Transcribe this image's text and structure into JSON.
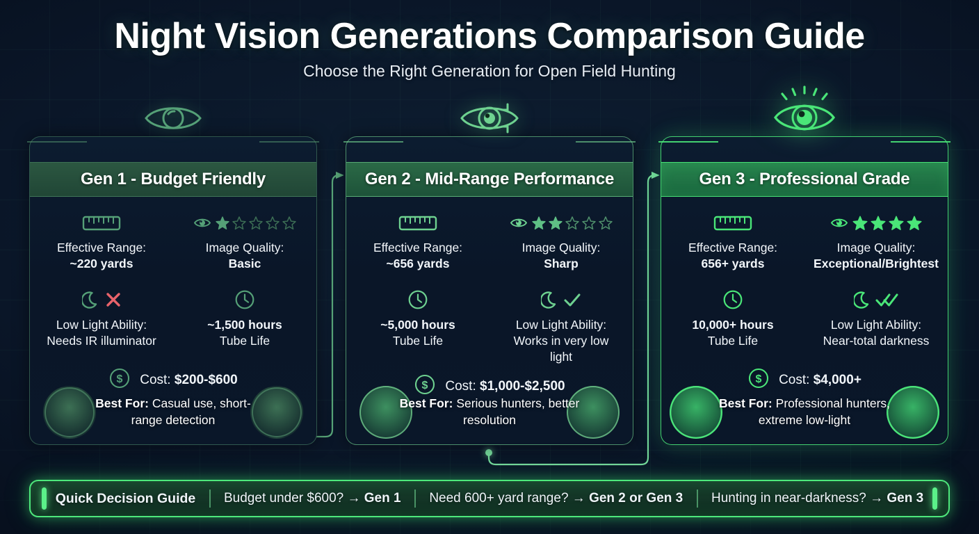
{
  "header": {
    "title": "Night Vision Generations Comparison Guide",
    "subtitle": "Choose the Right Generation for Open Field Hunting"
  },
  "colors": {
    "background": "#0a1628",
    "gen1_accent": "#4e9670",
    "gen2_accent": "#6ecd8c",
    "gen3_accent": "#4ae678",
    "footer_accent": "#5bf089",
    "danger": "#e8636b",
    "text": "#ffffff"
  },
  "cards": [
    {
      "id": "gen1",
      "title": "Gen 1 - Budget Friendly",
      "eye_icon": "eye-outline-icon",
      "specs": [
        {
          "icon": "ruler-icon",
          "label": "Effective Range:",
          "value": "~220 yards",
          "label_first": true
        },
        {
          "icon": "eye-stars-icon",
          "label": "Image Quality:",
          "value": "Basic",
          "label_first": true,
          "stars_filled": 1,
          "stars_total": 5
        },
        {
          "icon": "moon-cross-icon",
          "label": "Low Light Ability:",
          "value": "Needs IR illuminator",
          "label_first": true,
          "value_bold": false
        },
        {
          "icon": "clock-icon",
          "label": "Tube Life",
          "value": "~1,500 hours",
          "label_first": false
        }
      ],
      "cost_label": "Cost:",
      "cost_value": "$200-$600",
      "cost_icon": "dollar-circle-icon",
      "bestfor_label": "Best For:",
      "bestfor_value": "Casual use, short-range detection"
    },
    {
      "id": "gen2",
      "title": "Gen 2 - Mid-Range Performance",
      "eye_icon": "eye-scan-icon",
      "specs": [
        {
          "icon": "ruler-icon",
          "label": "Effective Range:",
          "value": "~656 yards",
          "label_first": true
        },
        {
          "icon": "eye-stars-icon",
          "label": "Image Quality:",
          "value": "Sharp",
          "label_first": true,
          "stars_filled": 2,
          "stars_total": 5
        },
        {
          "icon": "clock-icon",
          "label": "Tube Life",
          "value": "~5,000 hours",
          "label_first": false
        },
        {
          "icon": "moon-check-icon",
          "label": "Low Light Ability:",
          "value": "Works in very low light",
          "label_first": true,
          "value_bold": false
        }
      ],
      "cost_label": "Cost:",
      "cost_value": "$1,000-$2,500",
      "cost_icon": "dollar-circle-icon",
      "bestfor_label": "Best For:",
      "bestfor_value": "Serious hunters, better resolution"
    },
    {
      "id": "gen3",
      "title": "Gen 3 - Professional Grade",
      "eye_icon": "eye-rays-icon",
      "specs": [
        {
          "icon": "ruler-icon",
          "label": "Effective Range:",
          "value": "656+ yards",
          "label_first": true
        },
        {
          "icon": "eye-stars-icon",
          "label": "Image Quality:",
          "value": "Exceptional/Brightest",
          "label_first": true,
          "stars_filled": 4,
          "stars_total": 4
        },
        {
          "icon": "clock-icon",
          "label": "Tube Life",
          "value": "10,000+ hours",
          "label_first": false
        },
        {
          "icon": "moon-double-check-icon",
          "label": "Low Light Ability:",
          "value": "Near-total darkness",
          "label_first": true,
          "value_bold": false
        }
      ],
      "cost_label": "Cost:",
      "cost_value": "$4,000+",
      "cost_icon": "dollar-circle-icon",
      "bestfor_label": "Best For:",
      "bestfor_value": "Professional hunters, extreme low-light"
    }
  ],
  "footer": {
    "lead": "Quick Decision Guide",
    "items": [
      {
        "question": "Budget under $600? → ",
        "answer": "Gen 1"
      },
      {
        "question": "Need 600+ yard range? → ",
        "answer": "Gen 2 or Gen 3"
      },
      {
        "question": "Hunting in near-darkness? → ",
        "answer": "Gen 3"
      }
    ]
  }
}
